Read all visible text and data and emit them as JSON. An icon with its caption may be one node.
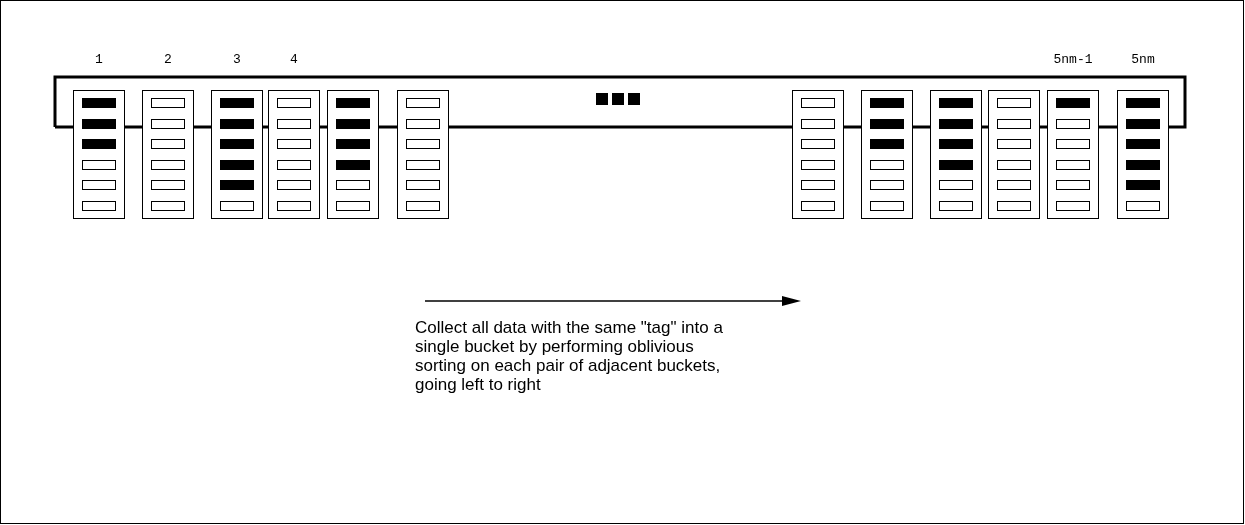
{
  "diagram": {
    "nodes": [
      {
        "text": [],
        "shape": "box",
        "beside": [
          "1"
        ]
      },
      {
        "text": [],
        "shape": "box",
        "beside": [
          "2"
        ]
      },
      {
        "text": [],
        "shape": "box",
        "beside": [
          "3"
        ]
      },
      {
        "text": [],
        "shape": "box",
        "beside": [
          "4"
        ]
      },
      {
        "text": [],
        "shape": "box"
      },
      {
        "text": [],
        "shape": "box"
      },
      {
        "text": [],
        "shape": "box"
      },
      {
        "text": [],
        "shape": "box"
      },
      {
        "text": [],
        "shape": "box"
      },
      {
        "text": [],
        "shape": "box"
      },
      {
        "text": [],
        "shape": "box",
        "beside": [
          "5nm-1"
        ]
      },
      {
        "text": [],
        "shape": "box",
        "beside": [
          "5nm"
        ]
      }
    ],
    "edges": [],
    "labels": [
      "Collect all data with the same \"tag\" into a single bucket by performing oblivious sorting on each pair of adjacent buckets, going left to right"
    ]
  }
}
